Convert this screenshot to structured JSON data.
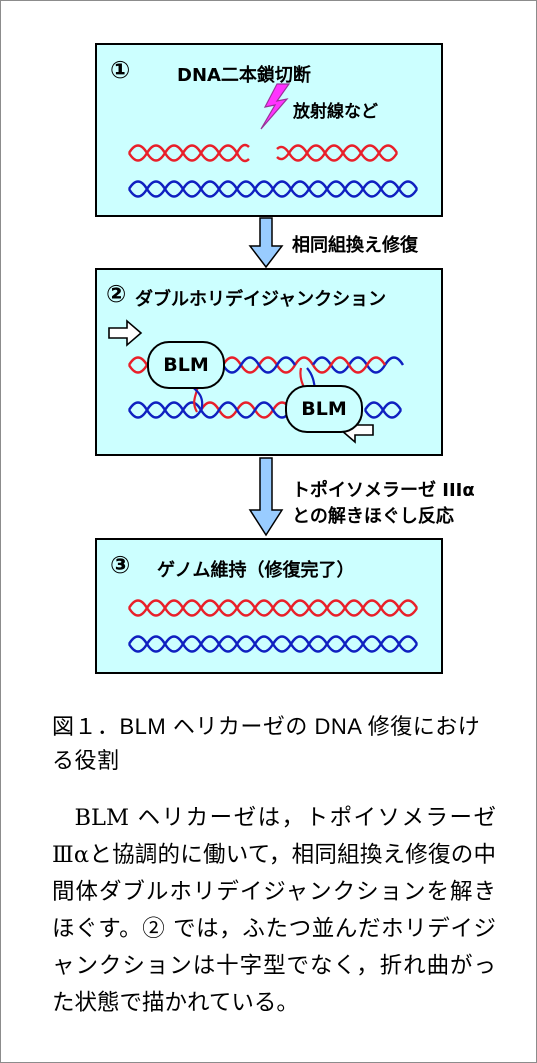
{
  "step1": {
    "number": "①",
    "title": "DNA二本鎖切断",
    "cause_label": "放射線など"
  },
  "arrow1": {
    "label": "相同組換え修復"
  },
  "step2": {
    "number": "②",
    "title": "ダブルホリデイジャンクション",
    "enzyme_top": "BLM",
    "enzyme_bottom": "BLM"
  },
  "arrow2": {
    "label_line1": "トポイソメラーゼ IIIα",
    "label_line2": "との解きほぐし反応"
  },
  "step3": {
    "number": "③",
    "title": "ゲノム維持（修復完了）"
  },
  "caption": "図１．BLM ヘリカーゼの DNA 修復における役割",
  "body": "BLM ヘリカーゼは，トポイソメラーゼⅢαと協調的に働いて，相同組換え修復の中間体ダブルホリデイジャンクションを解きほぐす。② では，ふたつ並んだホリデイジャンクションは十字型でなく，折れ曲がった状態で描かれている。",
  "colors": {
    "box_fill": "#ccffff",
    "arrow_fill": "#99ccff",
    "strand_red": "#e8202a",
    "strand_blue": "#1020c0",
    "lightning": "#ff33ff"
  }
}
